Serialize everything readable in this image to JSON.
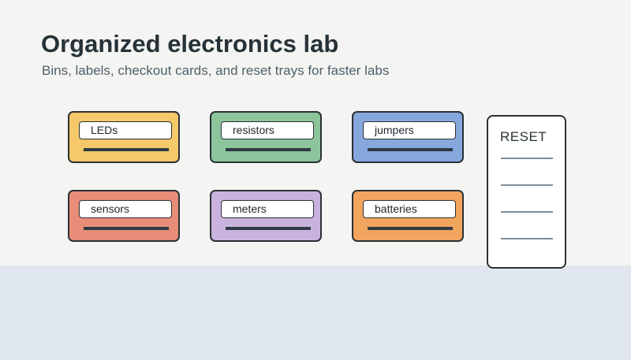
{
  "header": {
    "title": "Organized electronics lab",
    "subtitle": "Bins, labels, checkout cards, and reset trays for faster labs"
  },
  "bins": [
    {
      "label": "LEDs",
      "color": "#f5c96a"
    },
    {
      "label": "resistors",
      "color": "#8cc49c"
    },
    {
      "label": "jumpers",
      "color": "#87a8dd"
    },
    {
      "label": "sensors",
      "color": "#e88e78"
    },
    {
      "label": "meters",
      "color": "#c9b3de"
    },
    {
      "label": "batteries",
      "color": "#f2a55e"
    }
  ],
  "reset_tray": {
    "label": "RESET",
    "line_count": 4
  },
  "colors": {
    "background": "#f4f5f2",
    "floor": "#e0e6ee",
    "outline": "#2b3036"
  }
}
